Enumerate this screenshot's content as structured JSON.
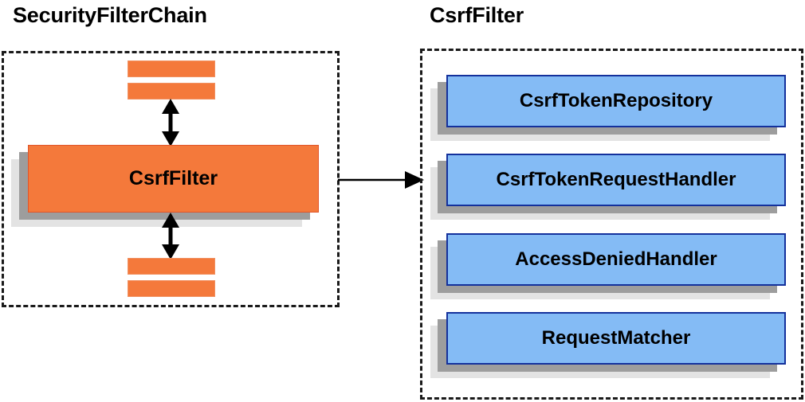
{
  "diagram": {
    "title_left": "SecurityFilterChain",
    "title_right": "CsrfFilter",
    "background_color": "#ffffff",
    "colors": {
      "filter_orange": "#f4793b",
      "collaborator_blue": "#84bbf5",
      "collaborator_border": "#14319c",
      "shadow_near": "#9d9d9d",
      "shadow_far": "#e3e3e3",
      "outline": "#1a1a1a"
    }
  },
  "left_panel": {
    "name": "SecurityFilterChain",
    "highlighted_filter": "CsrfFilter",
    "filters_above_count": 2,
    "filters_below_count": 2,
    "arrows": [
      {
        "id": "arrow-above",
        "direction": "both"
      },
      {
        "id": "arrow-below",
        "direction": "both"
      }
    ]
  },
  "link_arrow": {
    "id": "arrow-expand",
    "direction": "right",
    "from": "CsrfFilter",
    "to": "CsrfFilter collaborators"
  },
  "right_panel": {
    "name": "CsrfFilter",
    "collaborators": [
      {
        "label": "CsrfTokenRepository"
      },
      {
        "label": "CsrfTokenRequestHandler"
      },
      {
        "label": "AccessDeniedHandler"
      },
      {
        "label": "RequestMatcher"
      }
    ]
  }
}
